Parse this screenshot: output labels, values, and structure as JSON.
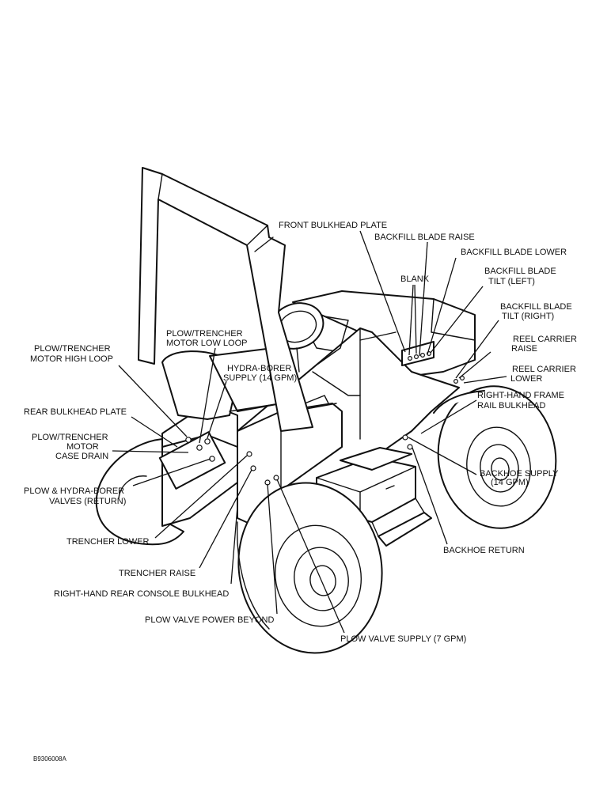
{
  "figure_code": "B9306008A",
  "labels": {
    "front_bulkhead_plate": "FRONT BULKHEAD PLATE",
    "backfill_blade_raise": "BACKFILL BLADE RAISE",
    "backfill_blade_lower": "BACKFILL BLADE LOWER",
    "blank": "BLANK",
    "backfill_blade_tilt_left": [
      "BACKFILL BLADE",
      "TILT (LEFT)"
    ],
    "backfill_blade_tilt_right": [
      "BACKFILL BLADE",
      "TILT (RIGHT)"
    ],
    "reel_carrier_raise": [
      "REEL CARRIER",
      "RAISE"
    ],
    "reel_carrier_lower": [
      "REEL CARRIER",
      "LOWER"
    ],
    "right_hand_frame_rail_bulkhead": [
      "RIGHT-HAND FRAME",
      "RAIL BULKHEAD"
    ],
    "backhoe_supply": [
      "BACKHOE SUPPLY",
      "(14 GPM)"
    ],
    "backhoe_return": "BACKHOE RETURN",
    "plow_trencher_motor_low_loop": [
      "PLOW/TRENCHER",
      "MOTOR LOW LOOP"
    ],
    "plow_trencher_motor_high_loop": [
      "PLOW/TRENCHER",
      "MOTOR HIGH LOOP"
    ],
    "hydra_borer_supply": [
      "HYDRA-BORER",
      "SUPPLY (14 GPM)"
    ],
    "rear_bulkhead_plate": "REAR BULKHEAD PLATE",
    "plow_trencher_motor_case_drain": [
      "PLOW/TRENCHER",
      "MOTOR",
      "CASE DRAIN"
    ],
    "plow_hydra_borer_valves_return": [
      "PLOW & HYDRA-BORER",
      "VALVES (RETURN)"
    ],
    "trencher_lower": "TRENCHER LOWER",
    "trencher_raise": "TRENCHER RAISE",
    "right_hand_rear_console_bulkhead": "RIGHT-HAND REAR CONSOLE BULKHEAD",
    "plow_valve_power_beyond": "PLOW VALVE POWER BEYOND",
    "plow_valve_supply": "PLOW VALVE SUPPLY (7 GPM)"
  }
}
